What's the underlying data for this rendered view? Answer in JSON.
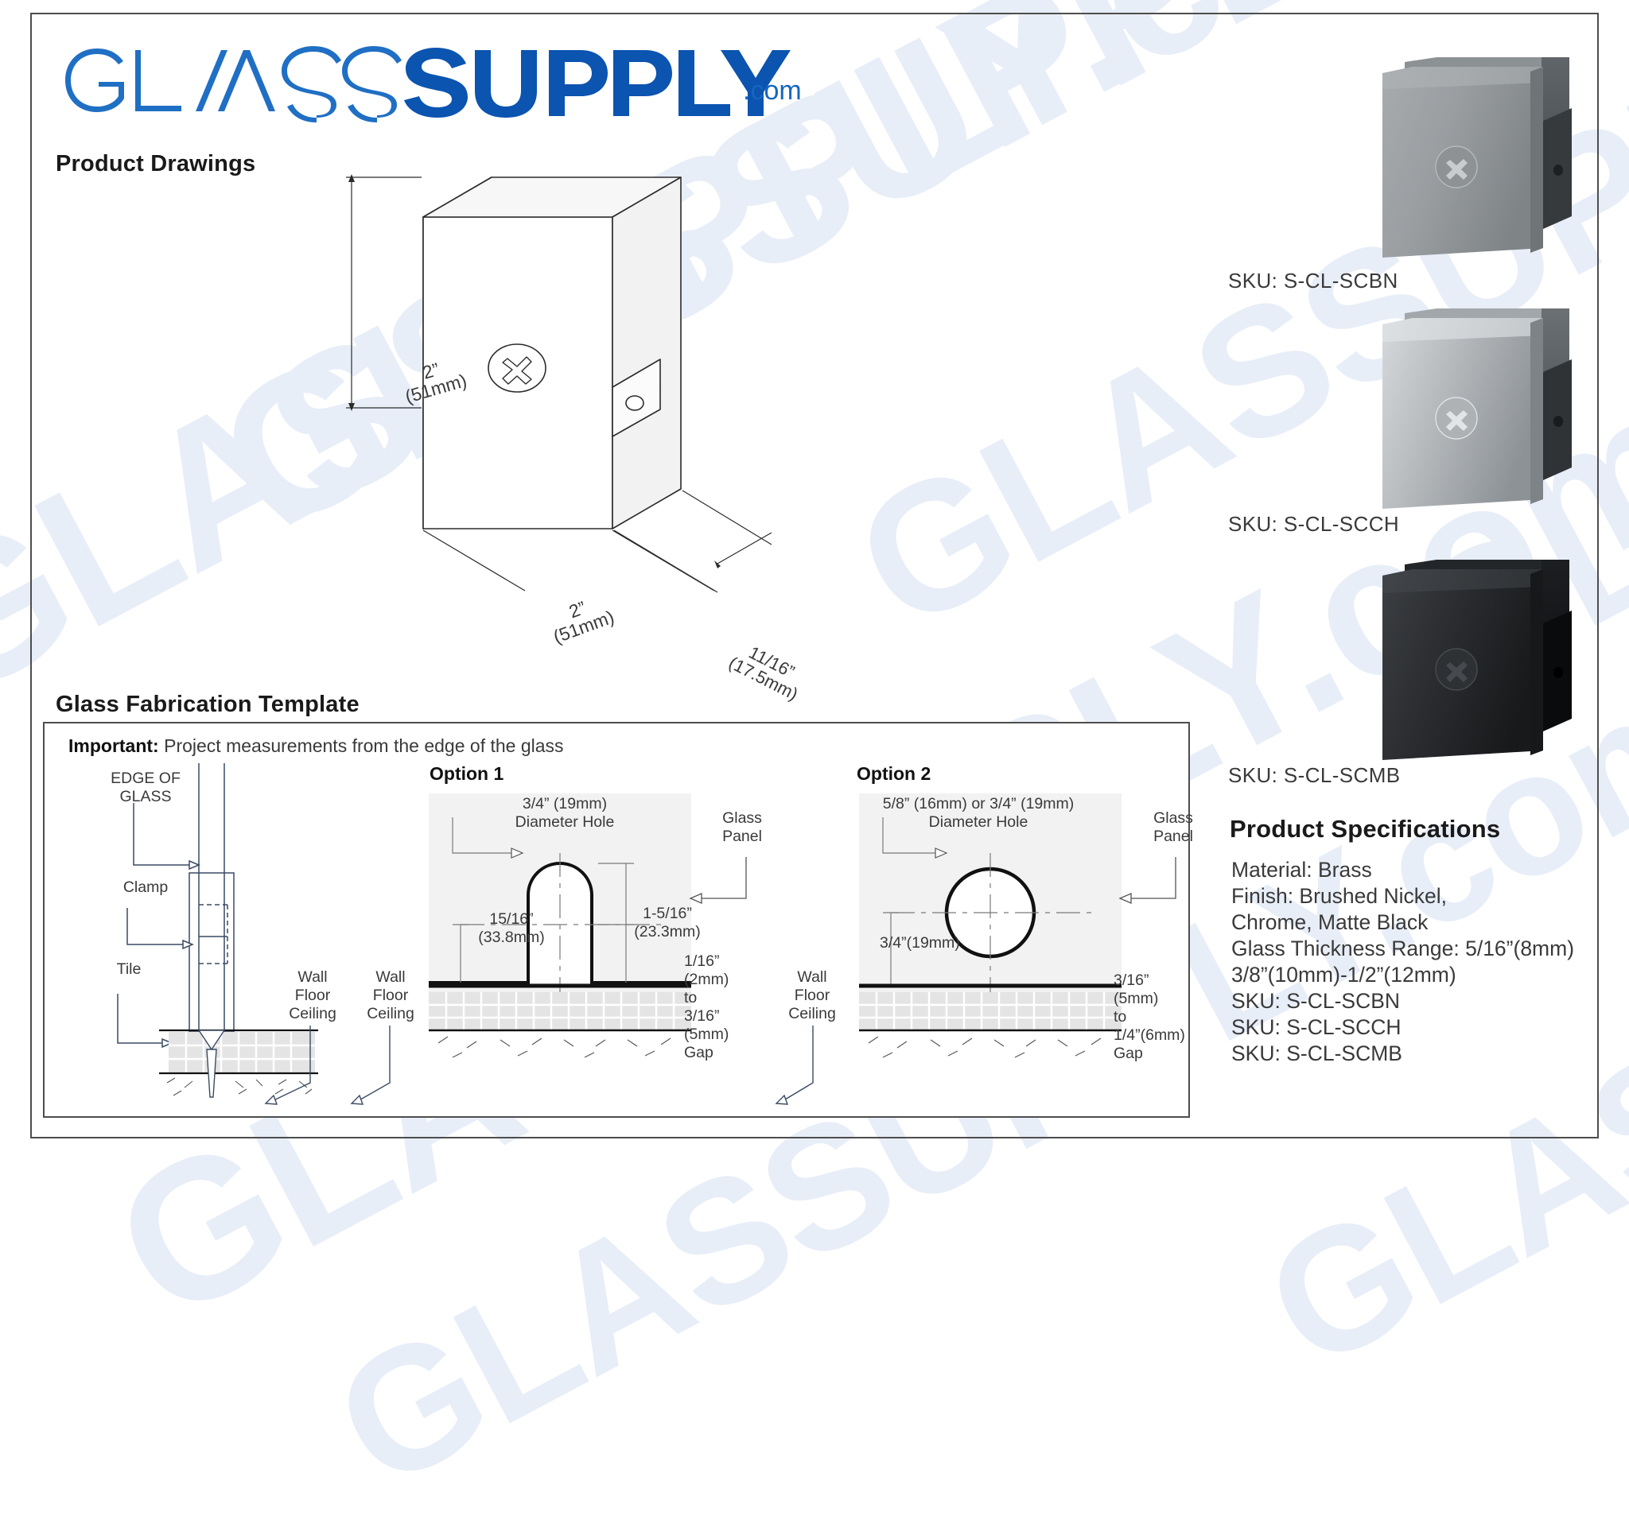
{
  "brand": {
    "name_light": "GL",
    "name_slash": "/\\",
    "name_mid": "SS",
    "name_bold": "UPPLY",
    "tld": ".com",
    "full": "GLASSUPPLY.com",
    "color_light": "#1f6fc4",
    "color_bold": "#0b54b0",
    "watermark_text": "GLASSUPPLY.com"
  },
  "sections": {
    "product_drawings": "Product Drawings",
    "glass_fabrication_template": "Glass Fabrication Template",
    "product_specifications": "Product Specifications"
  },
  "drawing": {
    "height_in": "2”",
    "height_mm": "(51mm)",
    "width_in": "2”",
    "width_mm": "(51mm)",
    "depth_in": "11/16”",
    "depth_mm": "(17.5mm)"
  },
  "products": [
    {
      "sku": "SKU: S-CL-SCBN",
      "finish": "Brushed Nickel",
      "face": "#9a9ea1",
      "edge": "#6f7477",
      "side": "#4a4f52",
      "top": "#b7babc",
      "screw": "#c9ccce"
    },
    {
      "sku": "SKU: S-CL-SCCH",
      "finish": "Chrome",
      "face": "#b9bdc0",
      "edge": "#7d8387",
      "side": "#565c60",
      "top": "#d8dbdd",
      "screw": "#e2e5e7"
    },
    {
      "sku": "SKU: S-CL-SCMB",
      "finish": "Matte Black",
      "face": "#2b2d30",
      "edge": "#17181a",
      "side": "#0e0f11",
      "top": "#3a3d41",
      "screw": "#46494d"
    }
  ],
  "specifications": [
    "Material: Brass",
    "Finish: Brushed Nickel,",
    "Chrome, Matte Black",
    "Glass Thickness Range: 5/16”(8mm)",
    "3/8”(10mm)-1/2”(12mm)",
    "SKU: S-CL-SCBN",
    "SKU: S-CL-SCCH",
    "SKU: S-CL-SCMB"
  ],
  "fabrication": {
    "important_label": "Important:",
    "important_text": " Project measurements from the edge of the glass",
    "side_view": {
      "edge_of_glass": "EDGE OF\nGLASS",
      "edge_of_glass_l1": "EDGE OF",
      "edge_of_glass_l2": "GLASS",
      "clamp": "Clamp",
      "tile": "Tile",
      "wall_floor_ceiling_1_l1": "Wall",
      "wall_floor_ceiling_1_l2": "Floor",
      "wall_floor_ceiling_1_l3": "Ceiling",
      "wall_floor_ceiling_2_l1": "Wall",
      "wall_floor_ceiling_2_l2": "Floor",
      "wall_floor_ceiling_2_l3": "Ceiling"
    },
    "option1": {
      "title": "Option 1",
      "hole_l1": "3/4” (19mm)",
      "hole_l2": "Diameter Hole",
      "glass_panel_l1": "Glass",
      "glass_panel_l2": "Panel",
      "dim_left_l1": "15/16”",
      "dim_left_l2": "(33.8mm)",
      "dim_right_l1": "1-5/16”",
      "dim_right_l2": "(23.3mm)",
      "gap_l1": "1/16”",
      "gap_l2": "(2mm)",
      "gap_l3": "to",
      "gap_l4": "3/16”",
      "gap_l5": "(5mm)",
      "gap_l6": "Gap",
      "wall_floor_ceiling_l1": "Wall",
      "wall_floor_ceiling_l2": "Floor",
      "wall_floor_ceiling_l3": "Ceiling"
    },
    "option2": {
      "title": "Option 2",
      "hole_l1": "5/8” (16mm) or 3/4” (19mm)",
      "hole_l2": "Diameter Hole",
      "glass_panel_l1": "Glass",
      "glass_panel_l2": "Panel",
      "dim_left": "3/4”(19mm)",
      "gap_l1": "3/16”",
      "gap_l2": "(5mm)",
      "gap_l3": "to",
      "gap_l4": "1/4”(6mm)",
      "gap_l5": "Gap",
      "wall_floor_ceiling_l1": "Wall",
      "wall_floor_ceiling_l2": "Floor",
      "wall_floor_ceiling_l3": "Ceiling"
    }
  }
}
